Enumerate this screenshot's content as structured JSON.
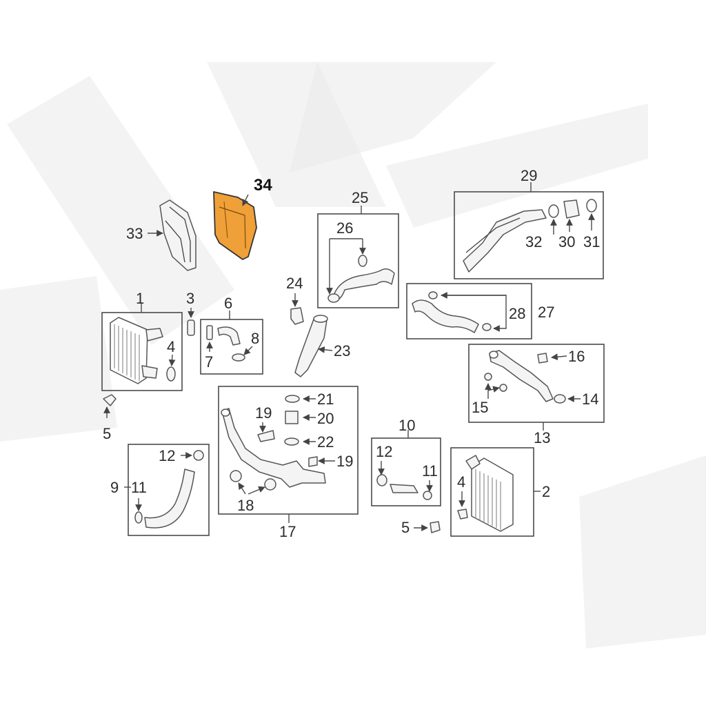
{
  "diagram": {
    "highlight_color": "#f0a038",
    "callouts": {
      "c1": "1",
      "c2": "2",
      "c3": "3",
      "c4a": "4",
      "c4b": "4",
      "c5a": "5",
      "c5b": "5",
      "c6": "6",
      "c7": "7",
      "c8": "8",
      "c9": "9",
      "c10": "10",
      "c11a": "11",
      "c11b": "11",
      "c12a": "12",
      "c12b": "12",
      "c13": "13",
      "c14": "14",
      "c15": "15",
      "c16": "16",
      "c17": "17",
      "c18": "18",
      "c19a": "19",
      "c19b": "19",
      "c20": "20",
      "c21": "21",
      "c22": "22",
      "c23": "23",
      "c24": "24",
      "c25": "25",
      "c26": "26",
      "c27": "27",
      "c28": "28",
      "c29": "29",
      "c30": "30",
      "c31": "31",
      "c32": "32",
      "c33": "33",
      "c34": "34"
    }
  }
}
